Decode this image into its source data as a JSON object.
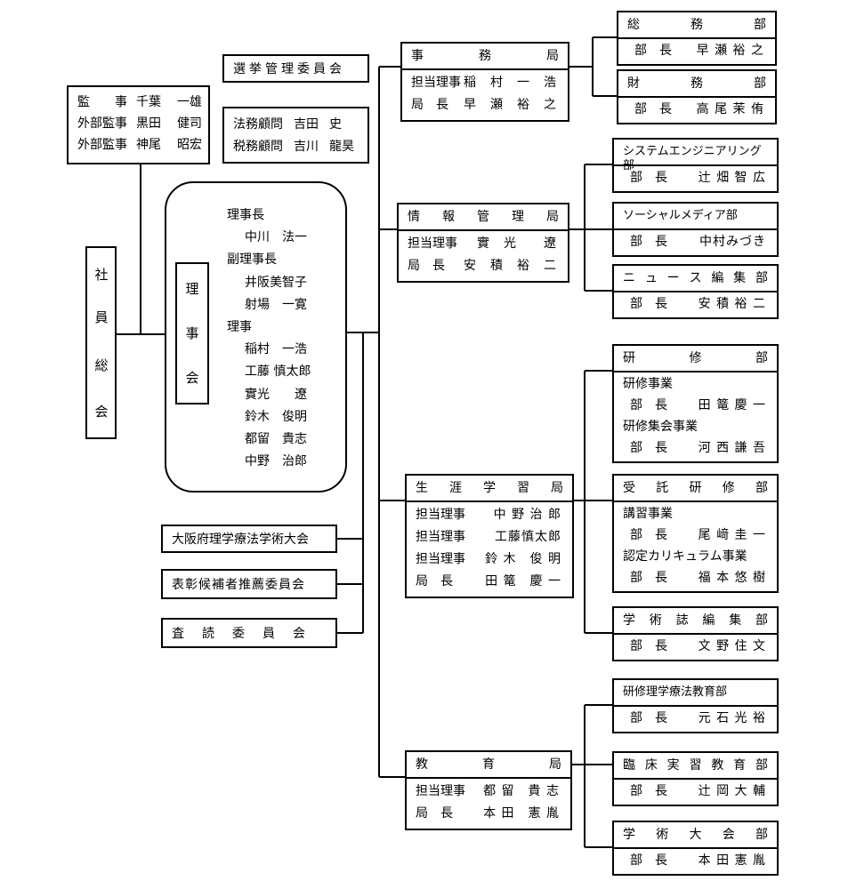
{
  "general_meeting": {
    "label": [
      "社",
      "員",
      "総",
      "会"
    ]
  },
  "board": {
    "label": [
      "理",
      "事",
      "会"
    ],
    "members": [
      {
        "text": "理事長",
        "indent": 0
      },
      {
        "text": "中川　法一",
        "indent": 1
      },
      {
        "text": "副理事長",
        "indent": 0
      },
      {
        "text": "井阪美智子",
        "indent": 1
      },
      {
        "text": "射場　一寛",
        "indent": 1
      },
      {
        "text": "理事",
        "indent": 0
      },
      {
        "text": "稲村　一浩",
        "indent": 1
      },
      {
        "text": "工藤 慎太郎",
        "indent": 1
      },
      {
        "text": "實光　　遼",
        "indent": 1
      },
      {
        "text": "鈴木　俊明",
        "indent": 1
      },
      {
        "text": "都留　貴志",
        "indent": 1
      },
      {
        "text": "中野　治郎",
        "indent": 1
      }
    ]
  },
  "auditors": {
    "rows": [
      [
        "監　　事",
        "千葉",
        "一雄"
      ],
      [
        "外部監事",
        "黒田",
        "健司"
      ],
      [
        "外部監事",
        "神尾",
        "昭宏"
      ]
    ]
  },
  "election_committee": "選挙管理委員会",
  "advisors": {
    "rows": [
      [
        "法務顧問",
        "吉田",
        "史"
      ],
      [
        "税務顧問",
        "吉川",
        "龍昊"
      ]
    ]
  },
  "committees": [
    "大阪府理学療法学術大会",
    "表彰候補者推薦委員会",
    "査読委員会"
  ],
  "bureaus": [
    {
      "title": "事務局",
      "rows": [
        [
          "担当理事",
          "稲　村　一　浩"
        ],
        [
          "局　長",
          "早　瀬　裕　之"
        ]
      ],
      "departments": [
        {
          "title": "総務部",
          "rows": [
            [
              "部　長",
              "早 瀬 裕 之"
            ]
          ]
        },
        {
          "title": "財務部",
          "rows": [
            [
              "部　長",
              "高 尾 茉 侑"
            ]
          ]
        }
      ]
    },
    {
      "title": "情報管理局",
      "rows": [
        [
          "担当理事",
          "實　光　　遼"
        ],
        [
          "局　長",
          "安　積　裕　二"
        ]
      ],
      "departments": [
        {
          "title": "システムエンジニアリング部",
          "rows": [
            [
              "部　長",
              "辻 畑 智 広"
            ]
          ]
        },
        {
          "title": "ソーシャルメディア部",
          "rows": [
            [
              "部　長",
              "中村みづき"
            ]
          ]
        },
        {
          "title": "ニュース編集部",
          "rows": [
            [
              "部　長",
              "安 積 裕 二"
            ]
          ]
        }
      ]
    },
    {
      "title": "生涯学習局",
      "rows": [
        [
          "担当理事",
          "中 野 治 郎"
        ],
        [
          "担当理事",
          "工藤慎太郎"
        ],
        [
          "担当理事",
          "鈴 木　俊 明"
        ],
        [
          "局　長",
          "田 篭　慶 一"
        ]
      ],
      "departments": [
        {
          "title": "研修部",
          "rows": [
            [
              "研修事業",
              ""
            ],
            [
              "部　長",
              "田 篭 慶 一"
            ],
            [
              "研修集会事業",
              ""
            ],
            [
              "部　長",
              "河 西 謙 吾"
            ]
          ]
        },
        {
          "title": "受託研修部",
          "rows": [
            [
              "講習事業",
              ""
            ],
            [
              "部　長",
              "尾 﨑 圭 一"
            ],
            [
              "認定カリキュラム事業",
              ""
            ],
            [
              "部　長",
              "福 本 悠 樹"
            ]
          ]
        },
        {
          "title": "学術誌編集部",
          "rows": [
            [
              "部　長",
              "文 野 住 文"
            ]
          ]
        }
      ]
    },
    {
      "title": "教育局",
      "rows": [
        [
          "担当理事",
          "都 留　貴 志"
        ],
        [
          "局　長",
          "本 田　憲 胤"
        ]
      ],
      "departments": [
        {
          "title": "研修理学療法教育部",
          "rows": [
            [
              "部　長",
              "元 石 光 裕"
            ]
          ]
        },
        {
          "title": "臨床実習教育部",
          "rows": [
            [
              "部　長",
              "辻 岡 大 輔"
            ]
          ]
        },
        {
          "title": "学術大会部",
          "rows": [
            [
              "部　長",
              "本 田 憲 胤"
            ]
          ]
        }
      ]
    }
  ]
}
